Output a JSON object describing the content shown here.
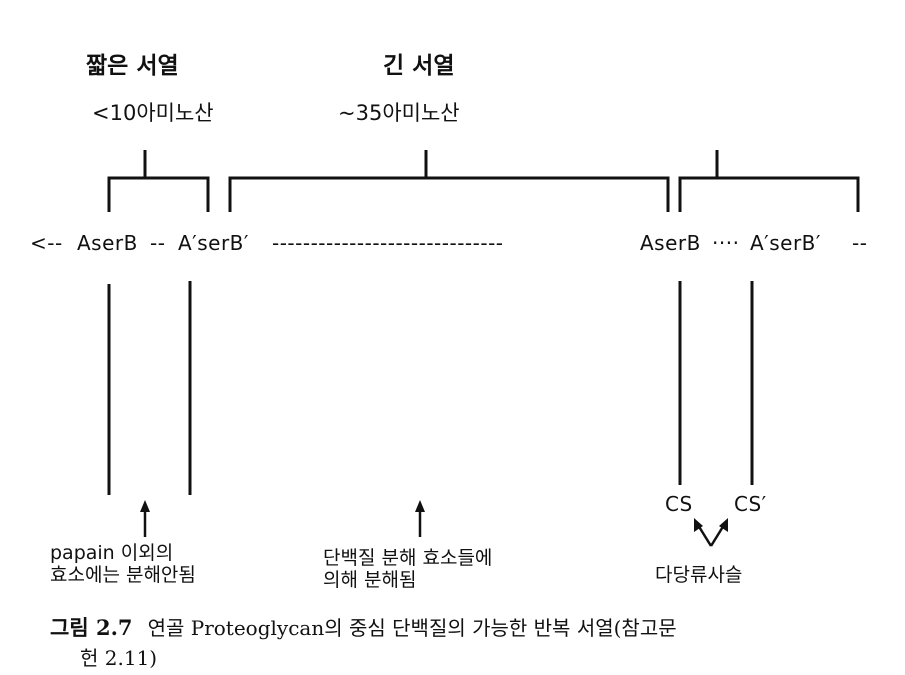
{
  "headers": {
    "short": {
      "title": "짧은 서열",
      "length": "<10아미노산"
    },
    "long": {
      "title": "긴 서열",
      "length": "~35아미노산"
    }
  },
  "sequence": {
    "left_end": "<--",
    "aserb_1": "AserB",
    "dash_1": "--",
    "aprime_1": "A′serB′",
    "dash_long": "------------------------------",
    "aserb_2": "AserB",
    "dots": "····",
    "aprime_2": "A′serB′",
    "right_end": "--"
  },
  "labels": {
    "cs": "CS",
    "cs_prime": "CS′",
    "papain_note": [
      "papain 이외의",
      "효소에는 분해안됨"
    ],
    "protease_note": [
      "단백질 분해 효소들에",
      "의해 분해됨"
    ],
    "polysaccharide": "다당류사슬"
  },
  "caption": {
    "figure_number": "그림 2.7",
    "text": "연골 Proteoglycan의 중심 단백질의 가능한 반복 서열(참고문",
    "continuation": "헌 2.11)"
  }
}
